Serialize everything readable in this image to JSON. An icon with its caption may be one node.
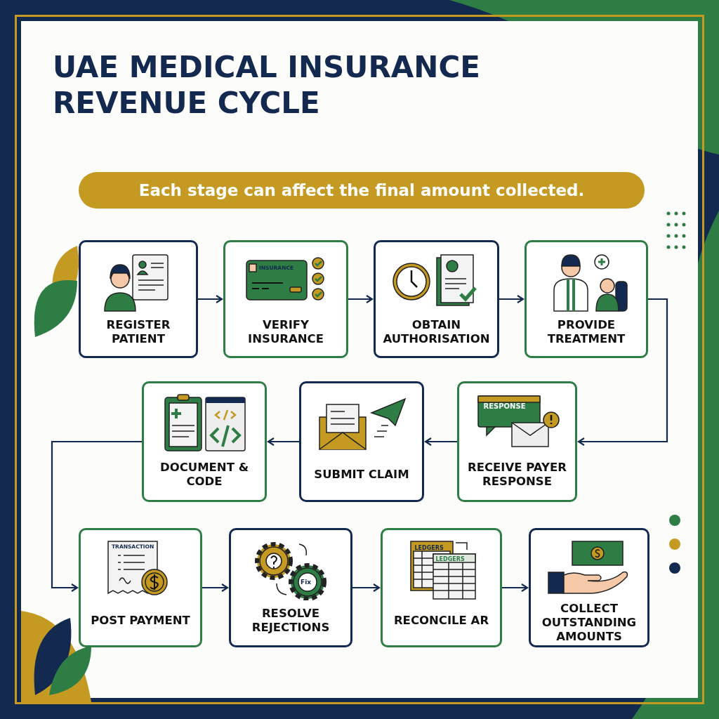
{
  "diagram": {
    "title": "UAE MEDICAL INSURANCE REVENUE CYCLE",
    "nodes": [
      {
        "text": [
          "REGISTER PATIENT"
        ]
      },
      {
        "text": [
          "VERIFY INSURANCE"
        ]
      },
      {
        "text": [
          "OBTAIN AUTHORISATION"
        ]
      },
      {
        "text": [
          "PROVIDE TREATMENT"
        ]
      },
      {
        "text": [
          "DOCUMENT & CODE"
        ]
      },
      {
        "text": [
          "SUBMIT CLAIM"
        ]
      },
      {
        "text": [
          "RECEIVE PAYER RESPONSE"
        ]
      },
      {
        "text": [
          "POST PAYMENT"
        ]
      },
      {
        "text": [
          "RESOLVE REJECTIONS"
        ]
      },
      {
        "text": [
          "RECONCILE AR"
        ]
      },
      {
        "text": [
          "COLLECT OUTSTANDING AMOUNTS"
        ]
      }
    ],
    "edges": [
      {
        "from": 0,
        "to": 1,
        "arrow": "to"
      },
      {
        "from": 1,
        "to": 2,
        "arrow": "to"
      },
      {
        "from": 2,
        "to": 3,
        "arrow": "to"
      },
      {
        "from": 3,
        "to": 6,
        "arrow": "to"
      },
      {
        "from": 6,
        "to": 5,
        "arrow": "to"
      },
      {
        "from": 5,
        "to": 4,
        "arrow": "to"
      },
      {
        "from": 4,
        "to": 7,
        "arrow": "to"
      },
      {
        "from": 7,
        "to": 8,
        "arrow": "to"
      },
      {
        "from": 8,
        "to": 9,
        "arrow": "to"
      },
      {
        "from": 9,
        "to": 10,
        "arrow": "to"
      }
    ],
    "labels": [
      "Each stage can affect the final amount collected.",
      "INSURANCE",
      "RESPONSE",
      "TRANSACTION",
      "Fix",
      "LEDGERS",
      "LEDGERS"
    ]
  }
}
